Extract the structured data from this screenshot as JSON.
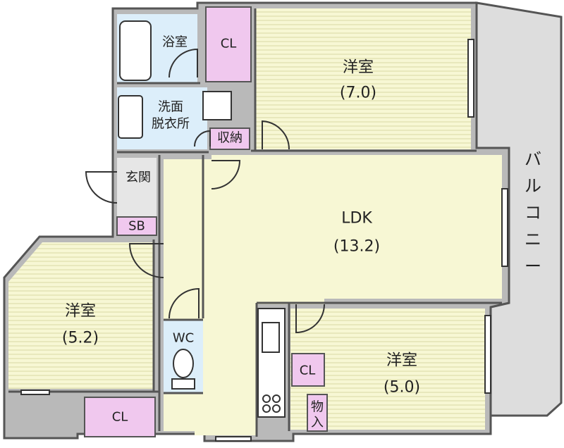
{
  "colors": {
    "wall": "#555555",
    "room_fill": "#f7f7d4",
    "room_stripe": "#e8e8bc",
    "closet_fill": "#f0c8ee",
    "wet_fill": "#dceefa",
    "balcony_fill": "#dddddd",
    "line": "#333333"
  },
  "rooms": {
    "western_room_1": {
      "label": "洋室",
      "size": "(7.0)"
    },
    "ldk": {
      "label": "LDK",
      "size": "(13.2)"
    },
    "western_room_2": {
      "label": "洋室",
      "size": "(5.2)"
    },
    "western_room_3": {
      "label": "洋室",
      "size": "(5.0)"
    },
    "bathroom": {
      "label": "浴室"
    },
    "washroom": {
      "label_line1": "洗面",
      "label_line2": "脱衣所"
    },
    "storage": {
      "label": "収納"
    },
    "entrance": {
      "label": "玄関"
    },
    "shoe_box": {
      "label": "SB"
    },
    "toilet": {
      "label": "WC"
    },
    "closet_top": {
      "label": "CL"
    },
    "closet_bottom_left": {
      "label": "CL"
    },
    "closet_bottom_right": {
      "label": "CL"
    },
    "storage_small": {
      "label_line1": "物",
      "label_line2": "入"
    },
    "balcony": {
      "label_chars": [
        "バ",
        "ル",
        "コ",
        "ニ",
        "ー"
      ]
    }
  }
}
